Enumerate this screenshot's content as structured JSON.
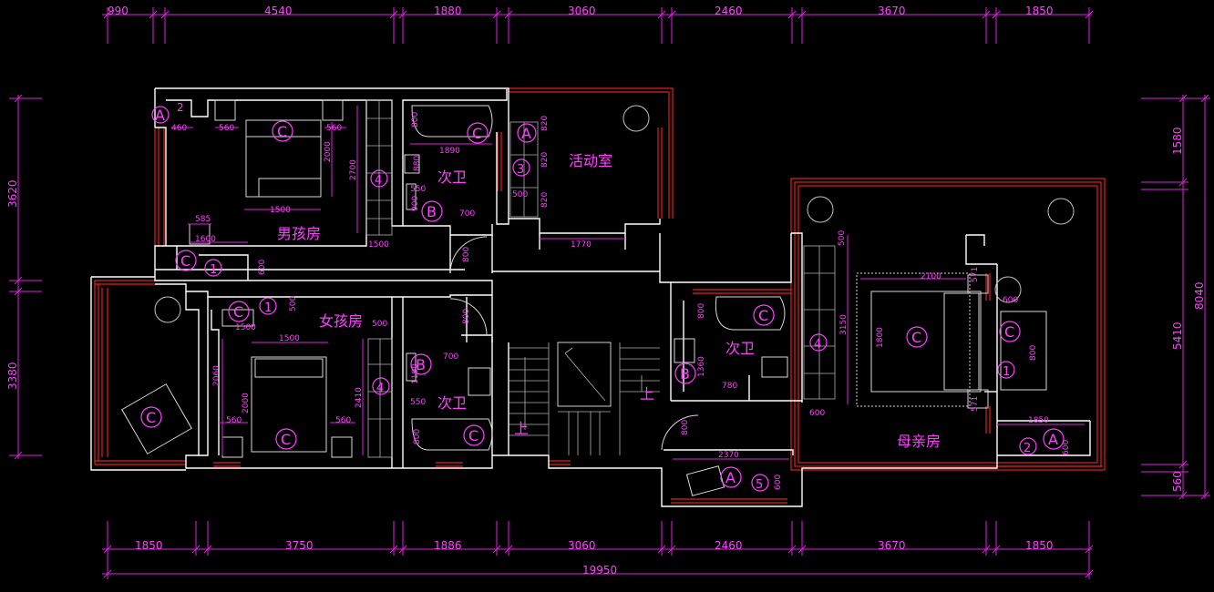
{
  "dimensions": {
    "top": [
      "990",
      "4540",
      "1880",
      "3060",
      "2460",
      "3670",
      "1850"
    ],
    "bottom": [
      "1850",
      "3750",
      "1886",
      "3060",
      "2460",
      "3670",
      "1850"
    ],
    "bottom_total": "19950",
    "left": [
      "3620",
      "3380"
    ],
    "right_outer": [
      "1580",
      "5410",
      "560"
    ],
    "right_total": "8040"
  },
  "rooms": {
    "boy_room": "男孩房",
    "girl_room": "女孩房",
    "activity_room": "活动室",
    "mother_room": "母亲房",
    "bath_1": "次卫",
    "bath_2": "次卫",
    "bath_3": "次卫"
  },
  "stairs": {
    "up_1": "上",
    "up_2": "上"
  },
  "inner_dims": [
    "460",
    "560",
    "560",
    "2000",
    "1500",
    "2700",
    "1500",
    "585",
    "1600",
    "600",
    "800",
    "820",
    "820",
    "820",
    "500",
    "1890",
    "880",
    "550",
    "900",
    "700",
    "800",
    "1770",
    "1500",
    "500",
    "1500",
    "2060",
    "2000",
    "560",
    "560",
    "2410",
    "1190",
    "700",
    "550",
    "800",
    "800",
    "800",
    "1360",
    "780",
    "800",
    "2370",
    "600",
    "3150",
    "2100",
    "571",
    "571",
    "600",
    "1850",
    "600",
    "800",
    "1800",
    "600",
    "500",
    "500"
  ],
  "tags": [
    "A",
    "2",
    "C",
    "C",
    "4",
    "C",
    "B",
    "A",
    "3",
    "C",
    "1",
    "C",
    "1",
    "4",
    "B",
    "C",
    "C",
    "C",
    "C",
    "C",
    "B",
    "4",
    "C",
    "C",
    "1",
    "A",
    "2",
    "A",
    "5",
    "C"
  ]
}
